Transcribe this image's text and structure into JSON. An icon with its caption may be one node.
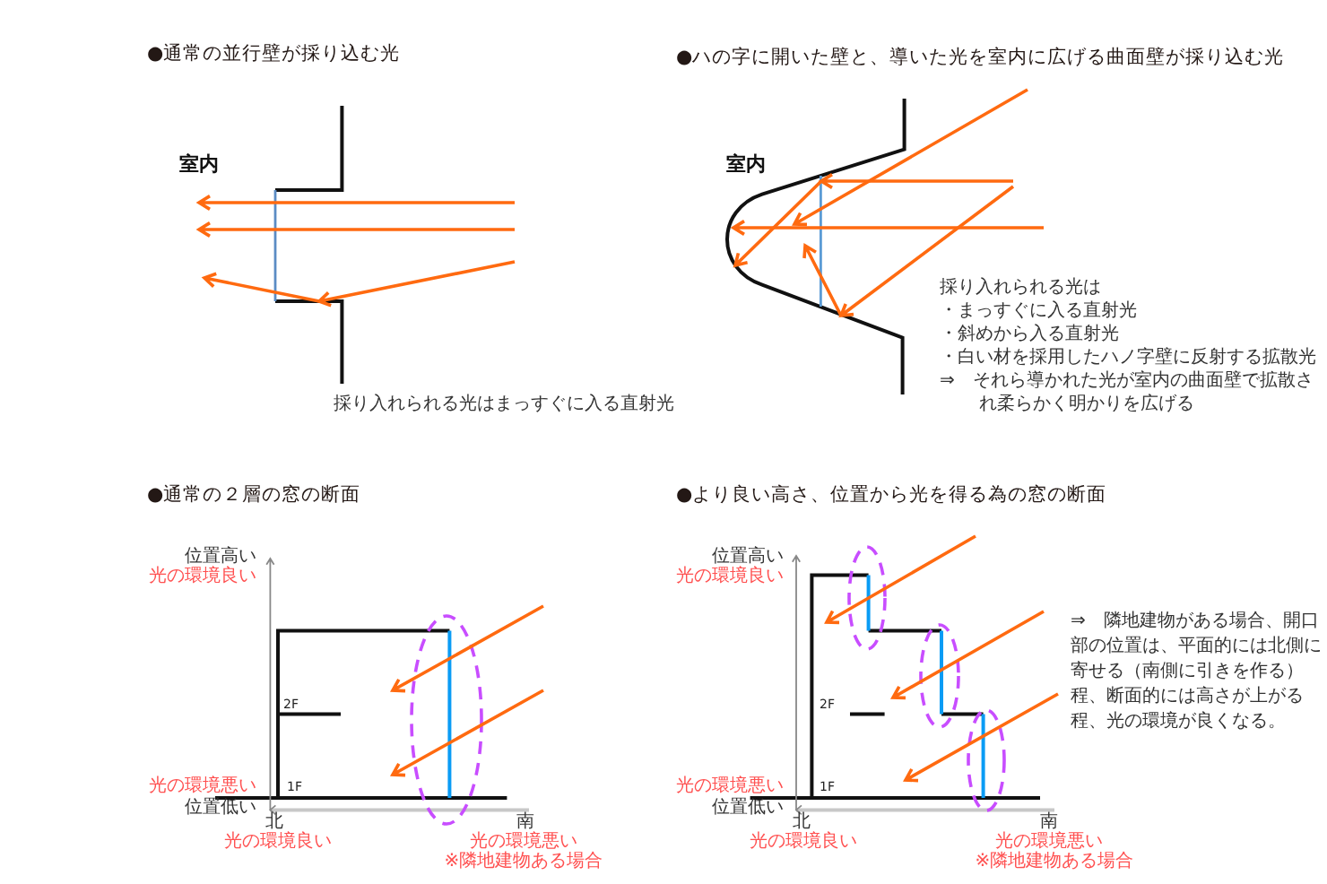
{
  "diagram": {
    "labels": [
      "●通常の並行壁が採り込む光",
      "室内",
      "採り入れられる光はまっすぐに入る直射光",
      "●ハの字に開いた壁と、導いた光を室内に広げる曲面壁が採り込む光",
      "室内",
      "採り入れられる光は",
      "・まっすぐに入る直射光",
      "・斜めから入る直射光",
      "・白い材を採用したハノ字壁に反射する拡散光",
      "⇒　それら導かれた光が室内の曲面壁で拡散され柔らかく明かりを広げる",
      "●通常の２層の窓の断面",
      "位置高い",
      "光の環境良い",
      "2F",
      "光の環境悪い",
      "1F",
      "位置低い",
      "北",
      "光の環境良い",
      "南",
      "光の環境悪い",
      "※隣地建物ある場合",
      "●より良い高さ、位置から光を得る為の窓の断面",
      "位置高い",
      "光の環境良い",
      "⇒　隣地建物がある場合、開口部の位置は、平面的には北側に寄せる（南側に引きを作る）程、断面的には高さが上がる程、光の環境が良くなる。",
      "2F",
      "光の環境悪い",
      "1F",
      "位置低い",
      "北",
      "光の環境良い",
      "南",
      "光の環境悪い",
      "※隣地建物ある場合"
    ]
  }
}
